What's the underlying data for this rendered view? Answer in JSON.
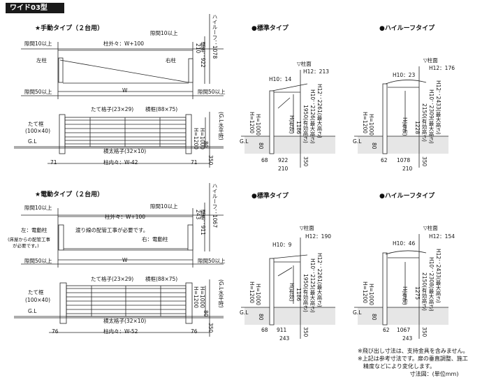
{
  "header": {
    "badge": "ワイド03型"
  },
  "manual": {
    "title": "★手動タイプ（２台用）",
    "gap_top_left": "隙間10以上",
    "gap_top_right": "隙間10以上",
    "outer_width": "柱外々：W+100",
    "left_post": "左柱",
    "right_post": "右柱",
    "gap_bottom_left": "隙間50以上",
    "gap_bottom_right": "隙間50以上",
    "width": "W",
    "dim_210": "210",
    "std_922": "標準：922",
    "high_1078": "ハイルーフ：1078",
    "vert_lattice": "たて格子(23×29)",
    "frame": "横框(88×75)",
    "vert_frame": "たて框",
    "vert_frame_size": "(100×40)",
    "gl": "G.L",
    "h1200": "H=1200",
    "h1000": "H=1000",
    "gl_level": "(G.L水平時)",
    "horiz_lattice": "横太格子(32×10)",
    "dim_71_l": "71",
    "dim_71_r": "71",
    "inner_width": "柱内々：W-42",
    "dim_80": "80",
    "dim_350": "350"
  },
  "electric": {
    "title": "★電動タイプ（２台用）",
    "gap_top_left": "隙間10以上",
    "gap_top_right": "隙間10以上",
    "outer_width": "柱外々：W+100",
    "left_post": "左：電動柱",
    "left_note_1": "(床屋からの配管工事",
    "left_note_2": "が必要です。)",
    "wiring_note": "渡り線の配管工事が必要です。",
    "right_post": "右：電動柱",
    "gap_bottom_left": "隙間50以上",
    "gap_bottom_right": "隙間50以上",
    "width": "W",
    "dim_243": "243",
    "std_911": "標準：911",
    "high_1067": "ハイルーフ：1067",
    "vert_lattice": "たて格子(23×29)",
    "frame": "横框(88×75)",
    "vert_frame": "たて框",
    "vert_frame_size": "(100×40)",
    "gl": "G.L",
    "h1200": "H=1200",
    "h1000": "H=1000",
    "gl_level": "(G.L水平時)",
    "horiz_lattice": "横太格子(32×10)",
    "dim_76_l": "76",
    "dim_76_r": "76",
    "inner_width": "柱内々：W-52",
    "dim_80": "80",
    "dim_350": "350"
  },
  "sections": [
    {
      "title": "●標準タイプ",
      "pillar_top": "▽柱面",
      "h10": "H10：14",
      "h12": "H12：213",
      "valid_h": "1186",
      "h_label": "H(有効)",
      "eff": "1950(有効高さ)",
      "h10max": "H10：2126(最大高さ)",
      "h12max": "H12：2261(最大高さ)",
      "h1200": "H=1200",
      "h1000": "H=1000",
      "gl": "G.L",
      "dim_80": "80",
      "dim_a": "68",
      "dim_b": "922",
      "dim_350": "350",
      "dim_c": "210"
    },
    {
      "title": "●ハイルーフタイプ",
      "pillar_top": "▽柱面",
      "h10": "H10：23",
      "h12": "H12：176",
      "valid_h": "1228",
      "h_label": "H(有効)",
      "eff": "2150(有効高さ)",
      "h10max": "H10：2309(最大高さ)",
      "h12max": "H12：2433(最大高さ)",
      "h1200": "H=1200",
      "h1000": "H=1000",
      "gl": "G.L",
      "dim_80": "80",
      "dim_a": "62",
      "dim_b": "1078",
      "dim_350": "350",
      "dim_c": "210"
    },
    {
      "title": "●標準タイプ",
      "pillar_top": "▽柱面",
      "h10": "H10：9",
      "h12": "H12：190",
      "valid_h": "1186",
      "h_label": "H(有効)",
      "eff": "1950(有効高さ)",
      "h10max": "H10：2125(最大高さ)",
      "h12max": "H12：2261(最大高さ)",
      "h1200": "H=1200",
      "h1000": "H=1000",
      "gl": "G.L",
      "dim_80": "80",
      "dim_a": "68",
      "dim_b": "911",
      "dim_350": "350",
      "dim_c": "243"
    },
    {
      "title": "●ハイルーフタイプ",
      "pillar_top": "▽柱面",
      "h10": "H10：46",
      "h12": "H12：154",
      "valid_h": "1275",
      "h_label": "H(有効)",
      "eff": "2150(有効高さ)",
      "h10max": "H10：2308(最大高さ)",
      "h12max": "H12：2433(最大高さ)",
      "h1200": "H=1200",
      "h1000": "H=1000",
      "gl": "G.L",
      "dim_80": "80",
      "dim_a": "62",
      "dim_b": "1067",
      "dim_350": "350",
      "dim_c": "243"
    }
  ],
  "notes": {
    "line1": "※飛び出し寸法は、支持金具を含みません。",
    "line2": "※上記は参考寸法です。扉の垂直調整、施工",
    "line3": "　精度などにより変化します。",
    "unit": "寸法図：(単位mm)"
  }
}
